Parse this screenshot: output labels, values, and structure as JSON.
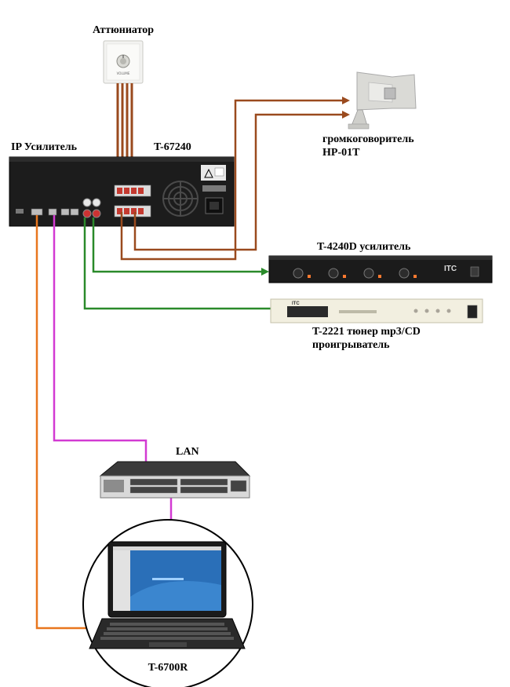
{
  "labels": {
    "attenuator": "Аттюниатор",
    "ip_amplifier": "IP Усилитель",
    "amp_model": "T-67240",
    "speaker_line1": "громкоговоритель",
    "speaker_line2": "HP-01T",
    "amp4240": "T-4240D усилитель",
    "tuner_line1": "T-2221 тюнер mp3/CD",
    "tuner_line2": "проигрыватель",
    "lan": "LAN",
    "laptop": "T-6700R"
  },
  "device_marks": {
    "itc_logo": "ITC",
    "volume_knob_text": "VOLUME"
  },
  "colors": {
    "speaker_cable": "#9a4a1e",
    "attenuator_cable": "#9a4a1e",
    "audio_cable": "#2a8a2a",
    "lan_cable": "#d23ad2",
    "serial_cable": "#e8761e",
    "device_dark": "#1a1a1a",
    "tuner_face": "#f2efe0"
  }
}
